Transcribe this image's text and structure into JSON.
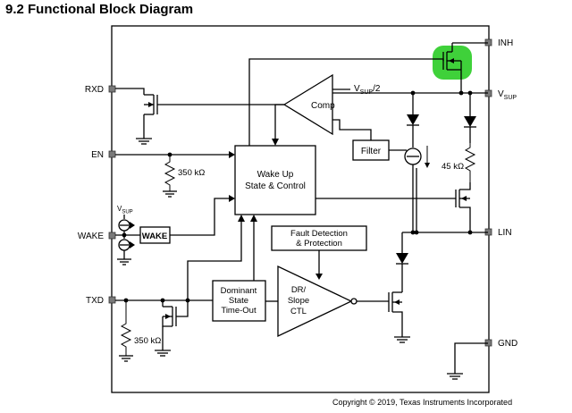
{
  "title": "9.2 Functional Block Diagram",
  "copyright": "Copyright © 2019, Texas Instruments Incorporated",
  "pins": {
    "inh": "INH",
    "rxd": "RXD",
    "vsup_main": "V",
    "vsup_sub": "SUP",
    "en": "EN",
    "wake": "WAKE",
    "lin": "LIN",
    "txd": "TXD",
    "gnd": "GND"
  },
  "blocks": {
    "comp": "Comp",
    "vsup_half_main": "V",
    "vsup_half_sub": "SUP",
    "vsup_half_suffix": "/2",
    "filter": "Filter",
    "wakeup_line1": "Wake Up",
    "wakeup_line2": "State & Control",
    "wake_block": "WAKE",
    "fault_line1": "Fault Detection",
    "fault_line2": "& Protection",
    "dominant_line1": "Dominant",
    "dominant_line2": "State",
    "dominant_line3": "Time-Out",
    "dr_line1": "DR/",
    "dr_line2": "Slope",
    "dr_line3": "CTL",
    "wake_vsup_main": "V",
    "wake_vsup_sub": "SUP"
  },
  "resistors": {
    "en_pulldown": "350 kΩ",
    "txd_pulldown": "350 kΩ",
    "lin_pullup": "45 kΩ"
  },
  "colors": {
    "highlight": "#3fd13a",
    "pin_fill": "#7a7a7a",
    "line": "#000000"
  }
}
